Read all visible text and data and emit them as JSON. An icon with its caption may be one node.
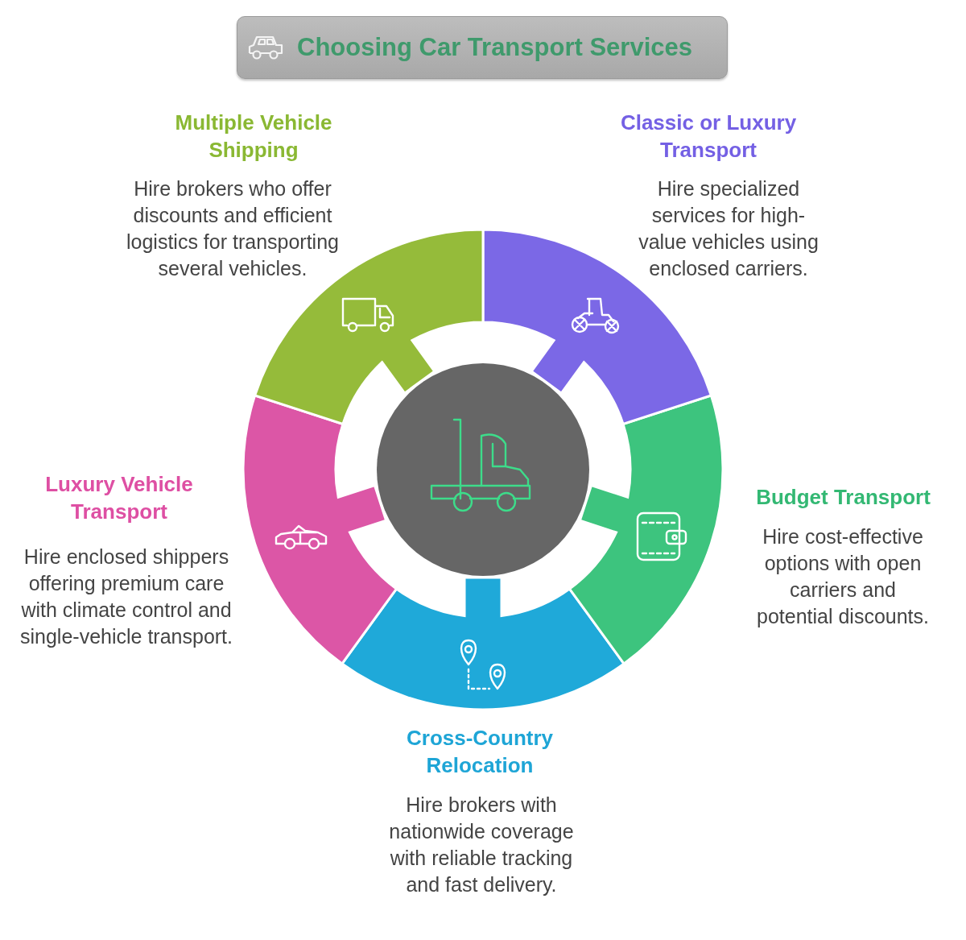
{
  "diagram": {
    "title": "Choosing Car Transport Services",
    "nodes": [
      {
        "text": [
          "Multiple Vehicle Shipping",
          "Hire brokers who offer discounts and efficient logistics for transporting several vehicles."
        ]
      },
      {
        "text": [
          "Classic or Luxury Transport",
          "Hire specialized services for high-value vehicles using enclosed carriers."
        ]
      },
      {
        "text": [],
        "shape": "circle"
      },
      {
        "text": [
          "Luxury Vehicle Transport",
          "Hire enclosed shippers offering premium care with climate control and single-vehicle transport."
        ]
      },
      {
        "text": [
          "Budget Transport",
          "Hire cost-effective options with open carriers and potential discounts."
        ]
      },
      {
        "text": [
          "Cross-Country Relocation",
          "Hire brokers with nationwide coverage with reliable tracking and fast delivery."
        ]
      }
    ]
  }
}
